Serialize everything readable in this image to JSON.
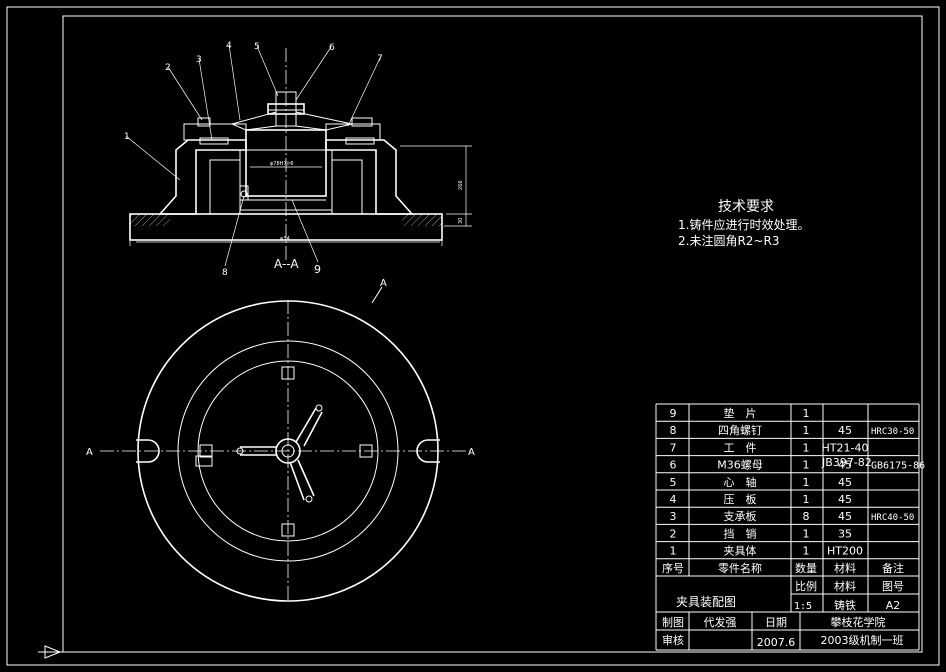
{
  "section_label": "A--A",
  "cut_marker": "A",
  "balloons": [
    "1",
    "2",
    "3",
    "4",
    "5",
    "6",
    "7",
    "8",
    "9"
  ],
  "dims": {
    "shaft": "φ78H7/r6",
    "base": "φ34",
    "height": "266",
    "step": "30"
  },
  "requirements": {
    "title": "技术要求",
    "lines": [
      "1.铸件应进行时效处理。",
      "2.未注圆角R2~R3"
    ]
  },
  "parts": [
    {
      "no": "9",
      "name": "垫　片",
      "qty": "1",
      "mat": "",
      "note": ""
    },
    {
      "no": "8",
      "name": "四角螺钉",
      "qty": "1",
      "mat": "45",
      "note": "HRC30-50"
    },
    {
      "no": "7",
      "name": "工　件",
      "qty": "1",
      "mat": "HT21-40",
      "note": ""
    },
    {
      "no": "6",
      "name": "M36螺母",
      "qty": "1",
      "mat": "45",
      "note": "GB6175-86"
    },
    {
      "no": "5",
      "name": "心　轴",
      "qty": "1",
      "mat": "45",
      "note": ""
    },
    {
      "no": "4",
      "name": "压　板",
      "qty": "1",
      "mat": "45",
      "note": ""
    },
    {
      "no": "3",
      "name": "支承板",
      "qty": "8",
      "mat": "45",
      "note": "HRC40-50"
    },
    {
      "no": "2",
      "name": "挡　销",
      "qty": "1",
      "mat": "35",
      "note": ""
    },
    {
      "no": "1",
      "name": "夹具体",
      "qty": "1",
      "mat": "HT200",
      "note": ""
    }
  ],
  "overlap_note": "JB397-82",
  "header": {
    "no": "序号",
    "name": "零件名称",
    "qty": "数量",
    "mat": "材料",
    "note": "备注"
  },
  "title_block": {
    "drawing_name": "夹具装配图",
    "scale_label": "比例",
    "scale": "1:5",
    "material_label": "材料",
    "material": "铸铁",
    "sheet_label": "图号",
    "sheet": "A2",
    "drawn_label": "制图",
    "drawn_by": "代发强",
    "date_label": "日期",
    "check_label": "审核",
    "date": "2007.6",
    "school": "攀枝花学院",
    "class": "2003级机制一班"
  }
}
